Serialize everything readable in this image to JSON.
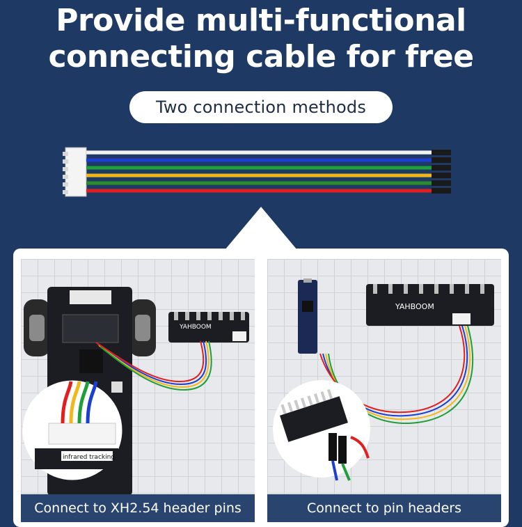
{
  "headline": {
    "line1": "Provide multi-functional",
    "line2": "connecting cable for free"
  },
  "subtitle": "Two connection methods",
  "cable": {
    "wire_colors": [
      "#f2f2f2",
      "#1d3fd1",
      "#1f9e3a",
      "#f0b81a",
      "#2a8c2a",
      "#e11f1f"
    ]
  },
  "left_panel": {
    "caption": "Connect to XH2.54 header pins",
    "board_brand": "YAHBOOM",
    "inset_label": "infrared tracking"
  },
  "right_panel": {
    "caption": "Connect to pin headers",
    "board_brand": "YAHBOOM"
  }
}
